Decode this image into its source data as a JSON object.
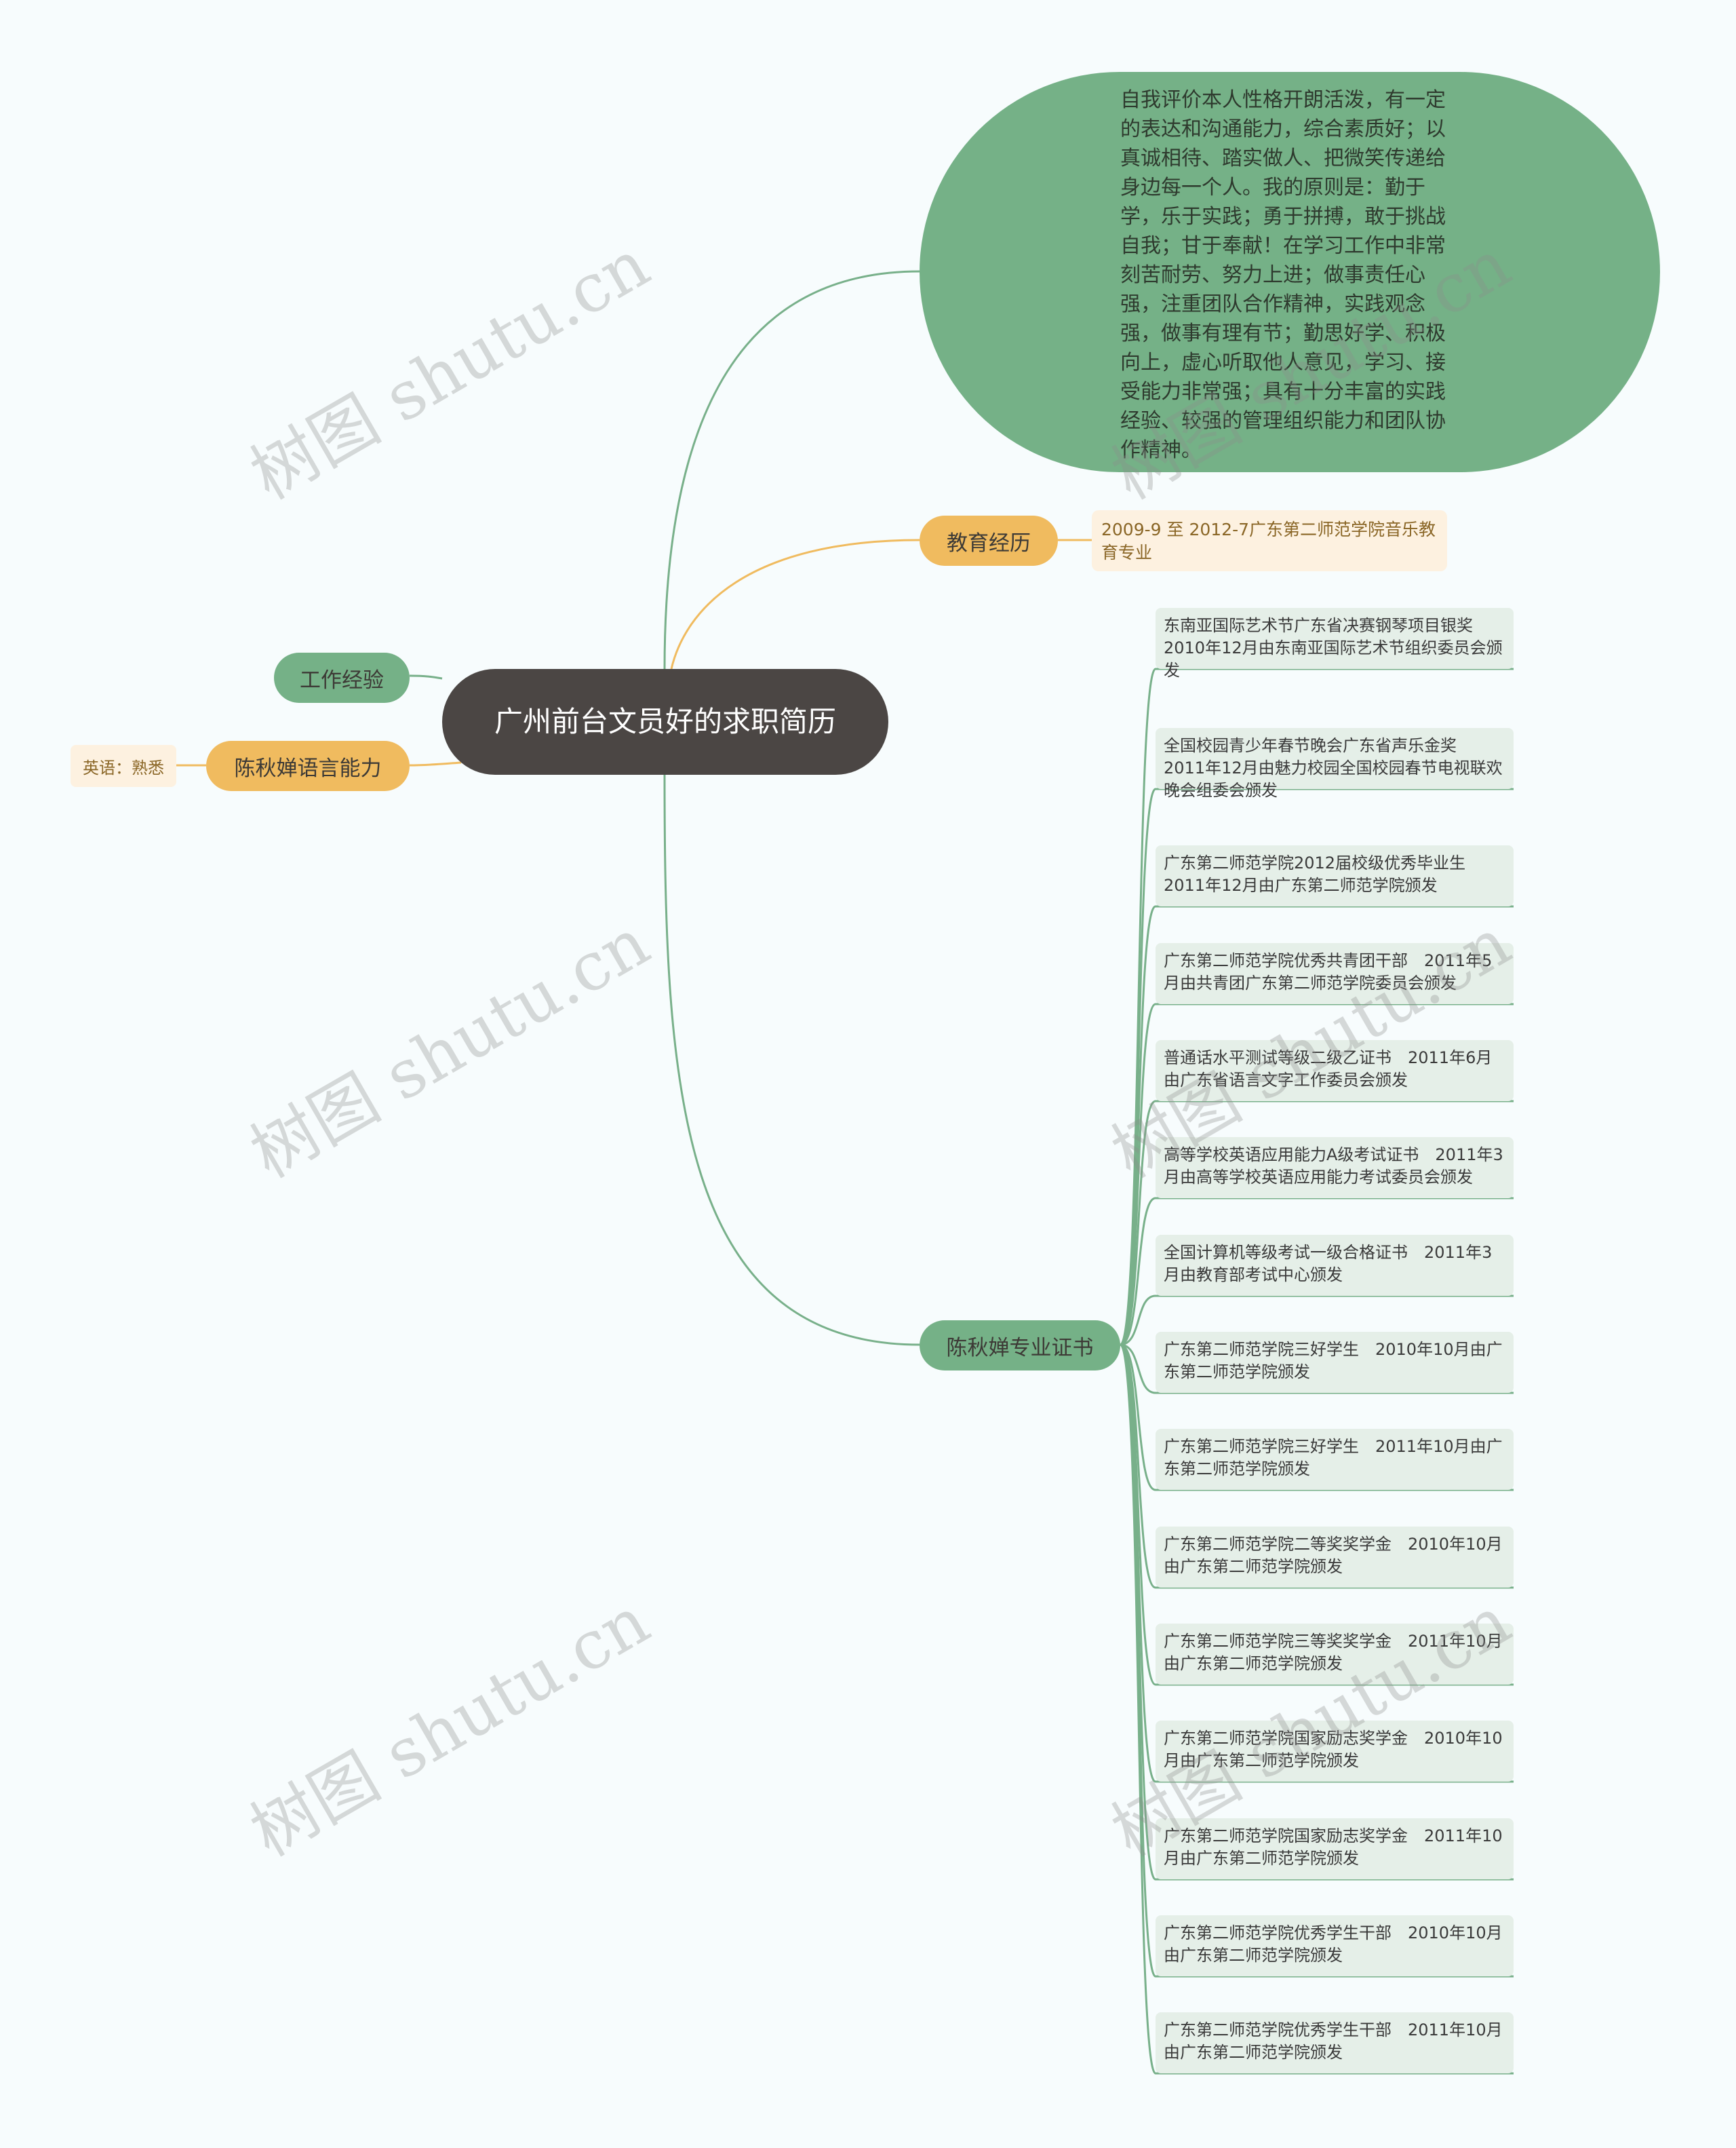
{
  "root": {
    "title": "广州前台文员好的求职简历"
  },
  "branches": {
    "self_eval": {
      "text": "自我评价本人性格开朗活泼，有一定的表达和沟通能力，综合素质好；以真诚相待、踏实做人、把微笑传递给身边每一个人。我的原则是：勤于学，乐于实践；勇于拼搏，敢于挑战自我；甘于奉献！在学习工作中非常刻苦耐劳、努力上进；做事责任心强，注重团队合作精神，实践观念强，做事有理有节；勤思好学、积极向上，虚心听取他人意见，学习、接受能力非常强；具有十分丰富的实践经验、较强的管理组织能力和团队协作精神。"
    },
    "education": {
      "label": "教育经历",
      "detail": "2009-9 至 2012-7广东第二师范学院音乐教育专业"
    },
    "work": {
      "label": "工作经验"
    },
    "language": {
      "label": "陈秋婵语言能力",
      "detail": "英语：熟悉"
    },
    "certificates": {
      "label": "陈秋婵专业证书",
      "items": [
        "东南亚国际艺术节广东省决赛钢琴项目银奖 2010年12月由东南亚国际艺术节组织委员会颁发",
        "全国校园青少年春节晚会广东省声乐金奖　2011年12月由魅力校园全国校园春节电视联欢晚会组委会颁发",
        "广东第二师范学院2012届校级优秀毕业生　2011年12月由广东第二师范学院颁发",
        "广东第二师范学院优秀共青团干部　2011年5月由共青团广东第二师范学院委员会颁发",
        "普通话水平测试等级二级乙证书　2011年6月由广东省语言文字工作委员会颁发",
        "高等学校英语应用能力A级考试证书　2011年3月由高等学校英语应用能力考试委员会颁发",
        "全国计算机等级考试一级合格证书　2011年3月由教育部考试中心颁发",
        "广东第二师范学院三好学生　2010年10月由广东第二师范学院颁发",
        "广东第二师范学院三好学生　2011年10月由广东第二师范学院颁发",
        "广东第二师范学院二等奖奖学金　2010年10月由广东第二师范学院颁发",
        "广东第二师范学院三等奖奖学金　2011年10月由广东第二师范学院颁发",
        "广东第二师范学院国家励志奖学金　2010年10月由广东第二师范学院颁发",
        "广东第二师范学院国家励志奖学金　2011年10月由广东第二师范学院颁发",
        "广东第二师范学院优秀学生干部　2010年10月由广东第二师范学院颁发",
        "广东第二师范学院优秀学生干部　2011年10月由广东第二师范学院颁发"
      ]
    }
  },
  "watermark": "树图 shutu.cn",
  "colors": {
    "root": "#4b4644",
    "green": "#75b187",
    "orange": "#f0bb5f",
    "green_line": "#78b08a",
    "orange_line": "#f0bb5f"
  }
}
